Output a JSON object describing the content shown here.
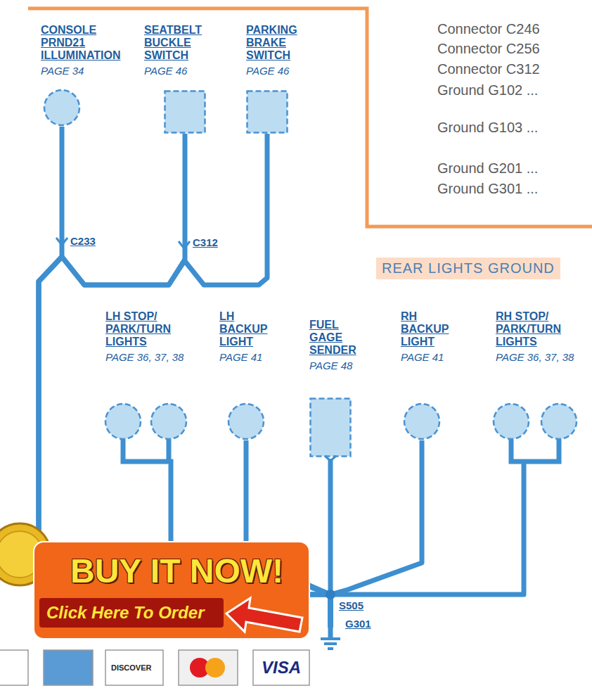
{
  "diagram": {
    "title": "REAR LIGHTS GROUND",
    "nodes": [
      {
        "text": [
          "CONSOLE PRND21 ILLUMINATION",
          "PAGE 34"
        ]
      },
      {
        "text": [
          "SEATBELT BUCKLE SWITCH",
          "PAGE 46"
        ]
      },
      {
        "text": [
          "PARKING BRAKE SWITCH",
          "PAGE 46"
        ]
      },
      {
        "text": [
          "LH STOP/ PARK/TURN LIGHTS",
          "PAGE 36, 37, 38"
        ]
      },
      {
        "text": [
          "LH BACKUP LIGHT",
          "PAGE 41"
        ]
      },
      {
        "text": [
          "FUEL GAGE SENDER",
          "PAGE 48"
        ]
      },
      {
        "text": [
          "RH BACKUP LIGHT",
          "PAGE 41"
        ]
      },
      {
        "text": [
          "RH STOP/ PARK/TURN LIGHTS",
          "PAGE 36, 37, 38"
        ]
      },
      {
        "text": [
          "G301"
        ]
      }
    ],
    "edges": [
      {
        "from": 0,
        "to": 8,
        "arrow": "none"
      },
      {
        "from": 1,
        "to": 8,
        "arrow": "none"
      },
      {
        "from": 2,
        "to": 8,
        "arrow": "none"
      },
      {
        "from": 3,
        "to": 8,
        "arrow": "none"
      },
      {
        "from": 4,
        "to": 8,
        "arrow": "none"
      },
      {
        "from": 5,
        "to": 8,
        "arrow": "none"
      },
      {
        "from": 6,
        "to": 8,
        "arrow": "none"
      },
      {
        "from": 7,
        "to": 8,
        "arrow": "none"
      }
    ],
    "labels": [
      "Connector C246",
      "Connector C256",
      "Connector C312",
      "Ground G102 ...",
      "Ground G103 ...",
      "Ground G201 ...",
      "Ground G301 ...",
      "C233",
      "C312",
      "S505",
      "BUY IT NOW!",
      "Click Here To Order",
      "DISCOVER",
      "VISA"
    ]
  }
}
